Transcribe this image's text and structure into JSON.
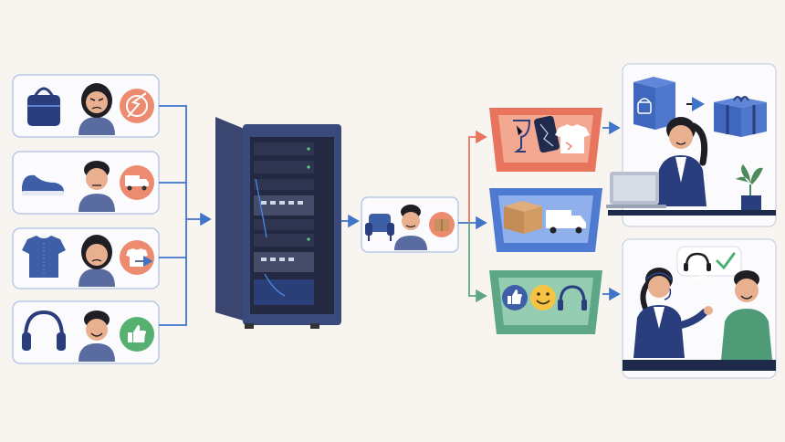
{
  "colors": {
    "background": "#f8f5f0",
    "card_border": "#b9c8e8",
    "arrow": "#3f74c9",
    "navy": "#2a3d7c",
    "skin": "#e9b08f",
    "hair": "#1e1e24",
    "bin_red": "#e8745e",
    "bin_blue": "#4f7ad1",
    "bin_green": "#5da687",
    "badge_peach": "#ec8b70",
    "badge_green": "#56b06f"
  },
  "inputs": [
    {
      "product_icon": "handbag-icon",
      "mood": "angry",
      "badge_icon": "broken-plate-icon"
    },
    {
      "product_icon": "sneaker-icon",
      "mood": "neutral",
      "badge_icon": "delivery-truck-icon"
    },
    {
      "product_icon": "tshirt-icon",
      "mood": "worried",
      "badge_icon": "tshirt-return-icon"
    },
    {
      "product_icon": "headphones-icon",
      "mood": "happy",
      "badge_icon": "thumbs-up-icon"
    }
  ],
  "processor": {
    "icon": "server-rack-icon"
  },
  "routed_case": {
    "product_icon": "armchair-icon",
    "badge_icon": "package-icon"
  },
  "bins": [
    {
      "category": "damaged",
      "icons": [
        "broken-glass-icon",
        "cracked-phone-icon",
        "torn-shirt-icon"
      ]
    },
    {
      "category": "shipping",
      "icons": [
        "cardboard-box-icon",
        "delivery-truck-icon"
      ]
    },
    {
      "category": "positive",
      "icons": [
        "thumbs-up-icon",
        "smiley-icon",
        "headset-icon"
      ]
    }
  ],
  "outcomes": [
    {
      "scene": "replacement",
      "icons": [
        "bag-box-icon",
        "right-arrow-icon",
        "gift-box-icon",
        "laptop-icon",
        "plant-icon"
      ]
    },
    {
      "scene": "support-call",
      "icons": [
        "headset-icon",
        "check-icon",
        "speech-bubble-icon"
      ]
    }
  ]
}
